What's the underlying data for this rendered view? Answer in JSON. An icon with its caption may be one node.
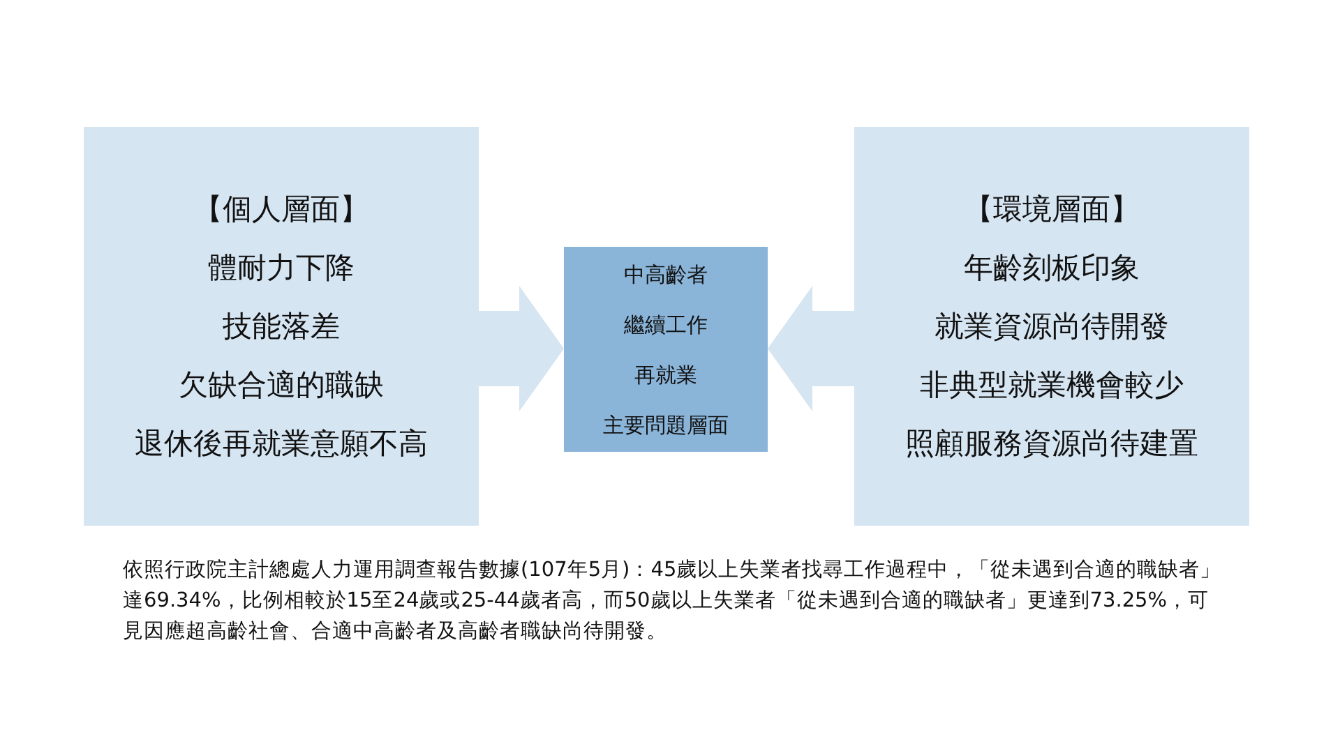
{
  "diagram": {
    "caption": "依照行政院主計總處人力運用調查報告數據(107年5月)：45歲以上失業者找尋工作過程中，「從未遇到合適的職缺者」達69.34%，比例相較於15至24歲或25-44歲者高，而50歲以上失業者「從未遇到合適的職缺者」更達到73.25%，可見因應超高齡社會、合適中高齡者及高齡者職缺尚待開發。",
    "nodes": [
      {
        "text": [
          "【個人層面】",
          "體耐力下降",
          "技能落差",
          "欠缺合適的職缺",
          "退休後再就業意願不高"
        ]
      },
      {
        "text": [
          "中高齡者",
          "繼續工作",
          "再就業",
          "主要問題層面"
        ]
      },
      {
        "text": [
          "【環境層面】",
          "年齡刻板印象",
          "就業資源尚待開發",
          "非典型就業機會較少",
          "照顧服務資源尚待建置"
        ]
      }
    ],
    "edges": [
      {
        "from": 0,
        "to": 1,
        "arrow": "to"
      },
      {
        "from": 2,
        "to": 1,
        "arrow": "to"
      }
    ]
  }
}
